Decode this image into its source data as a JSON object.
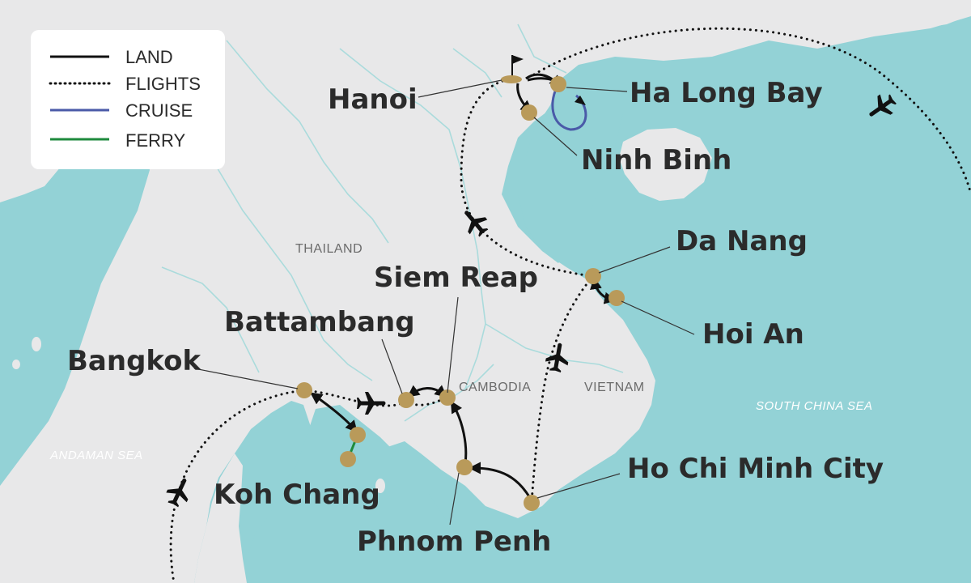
{
  "legend": {
    "land": "LAND",
    "flights": "FLIGHTS",
    "cruise": "CRUISE",
    "ferry": "FERRY"
  },
  "cities": {
    "hanoi": "Hanoi",
    "ha_long_bay": "Ha Long Bay",
    "ninh_binh": "Ninh Binh",
    "da_nang": "Da Nang",
    "hoi_an": "Hoi An",
    "siem_reap": "Siem Reap",
    "battambang": "Battambang",
    "bangkok": "Bangkok",
    "koh_chang": "Koh Chang",
    "phnom_penh": "Phnom Penh",
    "ho_chi_minh_city": "Ho Chi Minh City"
  },
  "countries": {
    "thailand": "THAILAND",
    "cambodia": "CAMBODIA",
    "vietnam": "VIETNAM"
  },
  "seas": {
    "south_china_sea": "SOUTH CHINA SEA",
    "andaman_sea": "ANDAMAN SEA"
  },
  "colors": {
    "water": "#93d2d6",
    "land": "#e8e8e9",
    "border": "#aadbdc",
    "stop": "#b99a5a",
    "land_route": "#111111",
    "cruise_route": "#4a5aa8",
    "ferry_route": "#1e8a3c"
  },
  "icons": [
    "airplane-icon",
    "start-flag-icon",
    "stop-marker-icon"
  ]
}
